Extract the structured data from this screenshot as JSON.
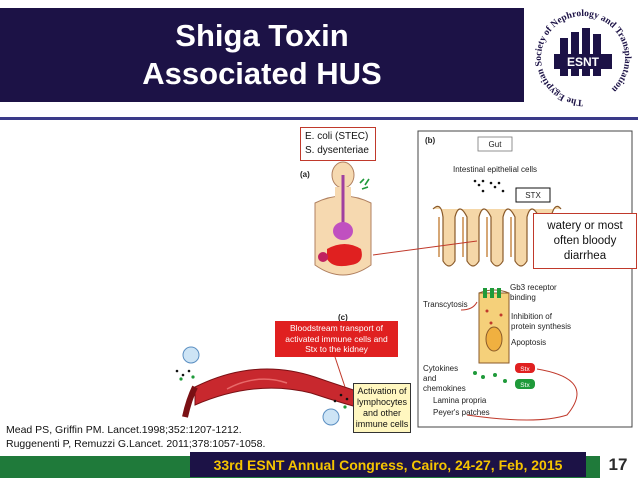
{
  "slide": {
    "title_line1": "Shiga Toxin",
    "title_line2": "Associated HUS",
    "logo": {
      "text": "ESNT",
      "ring_text": "The Egyptian Society of Nephrology and Transplantation"
    },
    "diagram": {
      "cause_box": {
        "line1": "E. coli (STEC)",
        "line2": "S. dysenteriae"
      },
      "panel_a": "(a)",
      "panel_b": "(b)",
      "panel_c": "(c)",
      "gut_label": "Gut",
      "intestinal_cells": "Intestinal epithelial cells",
      "stx_label": "STX",
      "symptom_box": {
        "line1": "watery or most",
        "line2": "often bloody",
        "line3": "diarrhea"
      },
      "gb3_label": {
        "line1": "Gb3 receptor",
        "line2": "binding"
      },
      "transcytosis": "Transcytosis",
      "inhibition": {
        "line1": "Inhibition of",
        "line2": "protein synthesis"
      },
      "apoptosis": "Apoptosis",
      "cytokines": {
        "line1": "Cytokines",
        "line2": "and",
        "line3": "chemokines"
      },
      "lamina_propria": "Lamina propria",
      "peyers_patches": "Peyer's patches",
      "stx_tag": "Stx",
      "stx_tag2": "Stx",
      "bloodstream_box": {
        "line1": "Bloodstream transport of",
        "line2": "activated immune cells and",
        "line3": "Stx to the kidney"
      },
      "activation_box": {
        "line1": "Activation of",
        "line2": "lymphocytes",
        "line3": "and other",
        "line4": "immune cells"
      }
    },
    "references": {
      "line1": "Mead PS, Griffin PM. Lancet.1998;352:1207-1212.",
      "line2": "Ruggenenti P, Remuzzi G.Lancet. 2011;378:1057-1058."
    },
    "footer": {
      "congress": "33rd ESNT Annual Congress, Cairo, 24-27, Feb, 2015",
      "page_number": "17"
    },
    "colors": {
      "title_bg": "#1c1246",
      "footer_green": "#1f7a3a",
      "congress_text": "#f5c400",
      "accent_red": "#e02020"
    }
  }
}
